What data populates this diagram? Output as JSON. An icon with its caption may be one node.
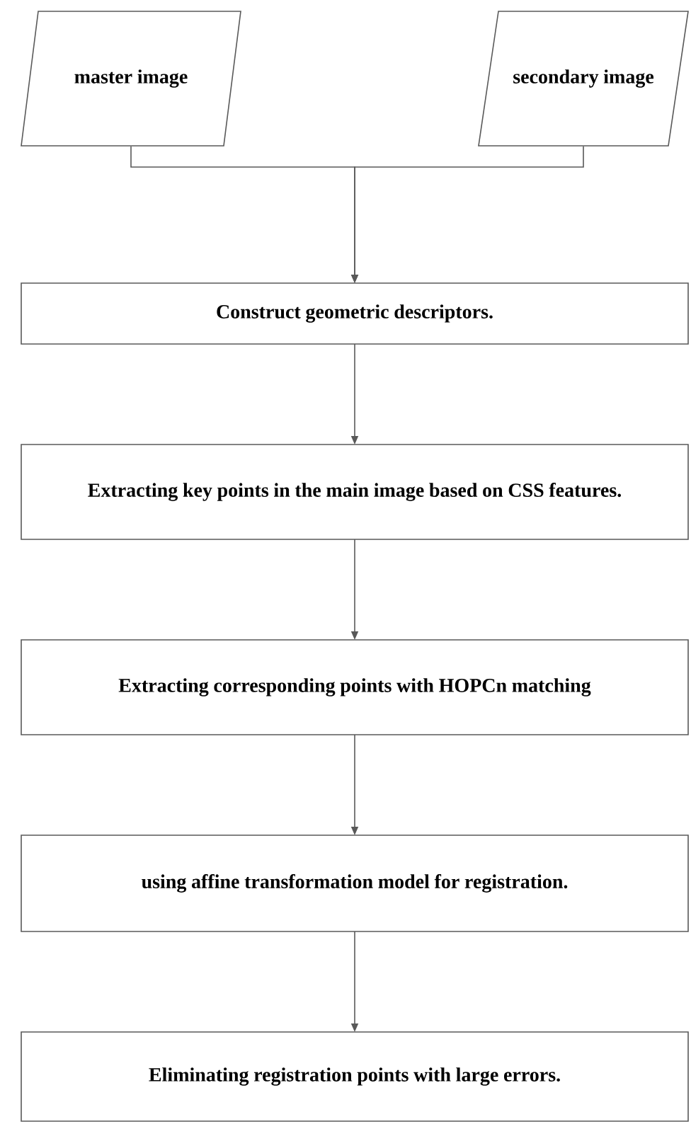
{
  "diagram": {
    "nodes": [
      {
        "text": [
          "master image"
        ]
      },
      {
        "text": [
          "secondary image"
        ]
      },
      {
        "text": [
          "Construct geometric descriptors."
        ]
      },
      {
        "text": [
          "Extracting key points in the main image based on CSS features."
        ]
      },
      {
        "text": [
          "Extracting corresponding points with HOPCn matching"
        ]
      },
      {
        "text": [
          "using affine transformation model for registration."
        ]
      },
      {
        "text": [
          "Eliminating registration points with large errors."
        ]
      }
    ],
    "edges": [
      {
        "from": 0,
        "to": 2,
        "arrow": "to"
      },
      {
        "from": 1,
        "to": 2,
        "arrow": "to"
      },
      {
        "from": 2,
        "to": 3,
        "arrow": "to"
      },
      {
        "from": 3,
        "to": 4,
        "arrow": "to"
      },
      {
        "from": 4,
        "to": 5,
        "arrow": "to"
      },
      {
        "from": 5,
        "to": 6,
        "arrow": "to"
      }
    ]
  }
}
